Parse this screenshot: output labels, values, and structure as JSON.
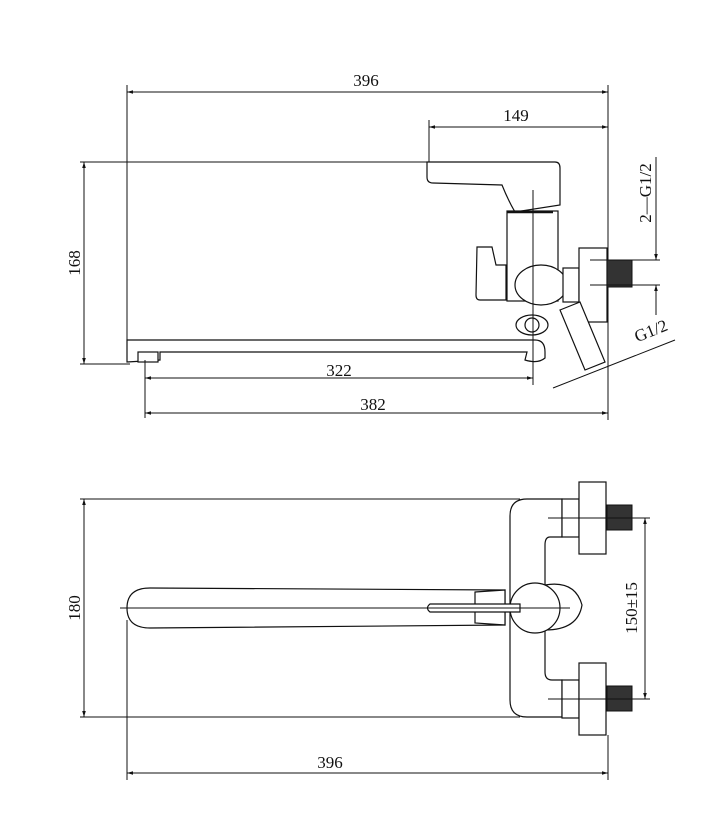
{
  "side_view": {
    "overall_width": "396",
    "handle_offset": "149",
    "height": "168",
    "spout_reach": "322",
    "spout_to_wall": "382",
    "inlet_thread": "2—G1/2",
    "outlet_thread": "G1/2"
  },
  "top_view": {
    "depth": "180",
    "inlet_spacing": "150±15",
    "overall_width": "396"
  }
}
